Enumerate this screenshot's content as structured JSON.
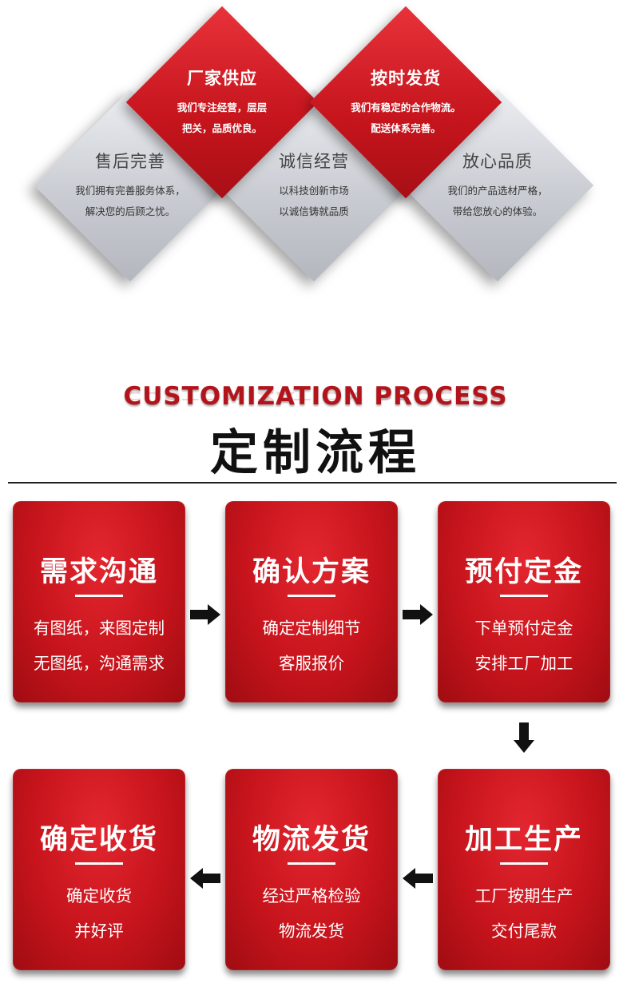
{
  "diamonds": [
    {
      "title": "厂家供应",
      "lines": [
        "我们专注经营，层层",
        "把关，品质优良。"
      ],
      "style": "red"
    },
    {
      "title": "按时发货",
      "lines": [
        "我们有稳定的合作物流。",
        "配送体系完善。"
      ],
      "style": "red"
    },
    {
      "title": "售后完善",
      "lines": [
        "我们拥有完善服务体系，",
        "解决您的后顾之忧。"
      ],
      "style": "grey"
    },
    {
      "title": "诚信经营",
      "lines": [
        "以科技创新市场",
        "以诚信铸就品质"
      ],
      "style": "grey"
    },
    {
      "title": "放心品质",
      "lines": [
        "我们的产品选材严格，",
        "带给您放心的体验。"
      ],
      "style": "grey"
    }
  ],
  "heading": {
    "english": "CUSTOMIZATION PROCESS",
    "chinese": "定制流程"
  },
  "colors": {
    "accent": "#c5141c",
    "grey": "#c9ccd2"
  },
  "steps": [
    {
      "title": "需求沟通",
      "lines": [
        "有图纸，来图定制",
        "无图纸，沟通需求"
      ]
    },
    {
      "title": "确认方案",
      "lines": [
        "确定定制细节",
        "客服报价"
      ]
    },
    {
      "title": "预付定金",
      "lines": [
        "下单预付定金",
        "安排工厂加工"
      ]
    },
    {
      "title": "加工生产",
      "lines": [
        "工厂按期生产",
        "交付尾款"
      ]
    },
    {
      "title": "物流发货",
      "lines": [
        "经过严格检验",
        "物流发货"
      ]
    },
    {
      "title": "确定收货",
      "lines": [
        "确定收货",
        "并好评"
      ]
    }
  ],
  "icons": {
    "arrow_right": "arrow-right-icon",
    "arrow_left": "arrow-left-icon",
    "arrow_down": "arrow-down-icon"
  }
}
